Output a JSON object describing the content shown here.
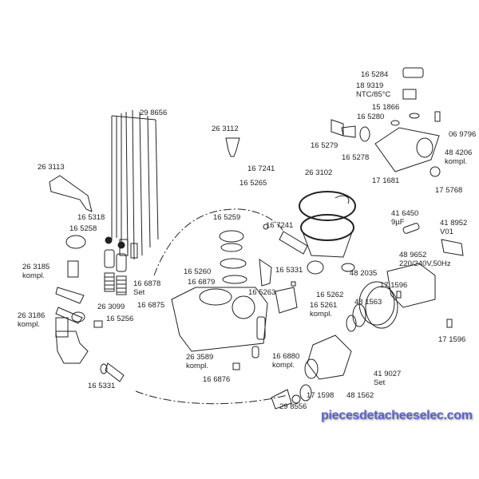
{
  "labels": {
    "p298656": "29 8656",
    "p263112": "26 3112",
    "p263113": "26 3113",
    "p165284": "16 5284",
    "p189319": "18 9319",
    "p189319_note": "NTC/85°C",
    "p151866": "15 1866",
    "p165280": "16 5280",
    "p165279": "16 5279",
    "p165278": "16 5278",
    "p069796": "06 9796",
    "p484206": "48 4206",
    "p484206_note": "kompl.",
    "p167241a": "16 7241",
    "p165265": "16 5265",
    "p263102": "26 3102",
    "p171681": "17 1681",
    "p175768": "17 5768",
    "p165318": "16 5318",
    "p165258": "16 5258",
    "p165259": "16 5259",
    "p167241b": "16 7241",
    "p416450": "41 6450",
    "p416450_note": "9µF",
    "p418952": "41 8952",
    "p418952_note": "V01",
    "p263185": "26 3185",
    "p263185_note": "kompl.",
    "p165260": "16 5260",
    "p166879": "16 6879",
    "p166878": "16 6878",
    "p166878_note": "Set",
    "p165331a": "16 5331",
    "p482035": "48 2035",
    "p489652": "48 9652",
    "p489652_note": "220/240V,50Hz",
    "p165263": "16 5263",
    "p165262": "16 5262",
    "p171596a": "17 1596",
    "p481563": "48 1563",
    "p165261": "16 5261",
    "p165261_note": "kompl.",
    "p263099": "26 3099",
    "p166875": "16 6875",
    "p165256": "16 5256",
    "p263186": "26 3186",
    "p263186_note": "kompl.",
    "p171596b": "17 1596",
    "p263589": "26 3589",
    "p263589_note": "kompl.",
    "p166880": "16 6880",
    "p166880_note": "kompl.",
    "p419027": "41 9027",
    "p419027_note": "Set",
    "p166876": "16 6876",
    "p165331b": "16 5331",
    "p171598": "17 1598",
    "p481562": "48 1562",
    "p298556": "29 8556"
  },
  "watermark": "piecesdetacheeselec.com"
}
